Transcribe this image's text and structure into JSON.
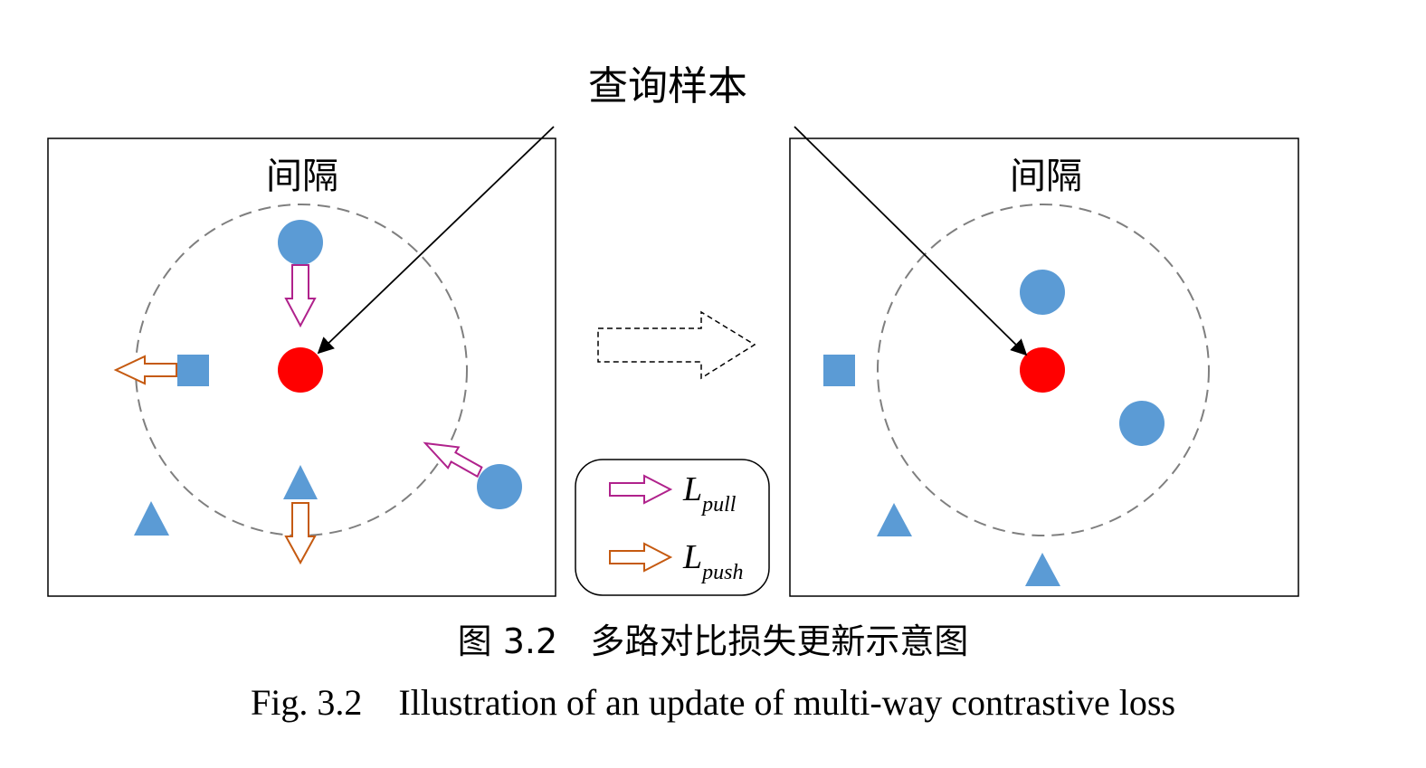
{
  "top_label": "查询样本",
  "left_panel": {
    "margin_label": "间隔"
  },
  "right_panel": {
    "margin_label": "间隔"
  },
  "legend": {
    "pull": {
      "symbol": "L",
      "subscript": "pull"
    },
    "push": {
      "symbol": "L",
      "subscript": "push"
    }
  },
  "caption_cn": "图 3.2   多路对比损失更新示意图",
  "caption_en": "Fig. 3.2    Illustration of an update of multi-way contrastive loss",
  "colors": {
    "query": "#ff0000",
    "sample": "#5b9bd5",
    "pull_arrow": "#b0228c",
    "push_arrow": "#c55a11",
    "margin_circle": "#7f7f7f",
    "frame": "#000000"
  },
  "icons": {
    "pull_arrow": "block-arrow-pull",
    "push_arrow": "block-arrow-push",
    "transition_arrow": "dashed-block-arrow-right"
  }
}
